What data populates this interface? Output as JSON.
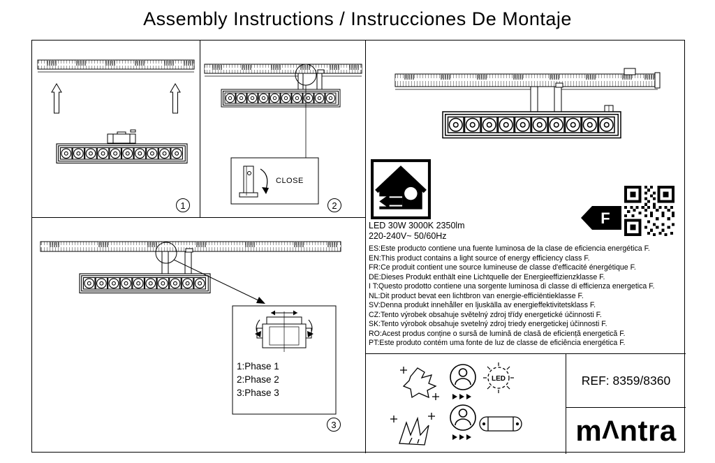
{
  "title": "Assembly Instructions / Instrucciones De Montaje",
  "steps": [
    {
      "number": "1"
    },
    {
      "number": "2",
      "close_label": "CLOSE"
    },
    {
      "number": "3",
      "phases": [
        "1:Phase 1",
        "2:Phase 2",
        "3:Phase 3"
      ]
    }
  ],
  "specs": {
    "line1": "LED 30W 3000K 2350lm",
    "line2": "220-240V~ 50/60Hz",
    "energy_class": "F"
  },
  "languages": [
    "ES:Este producto contiene una fuente luminosa de la clase de eficiencia energética F.",
    "EN:This product contains a light source of energy efficiency class F.",
    "FR:Ce produit contient une source lumineuse de classe d'efficacité énergétique F.",
    "DE:Dieses Produkt enthält eine Lichtquelle der Energieeffizienzklasse F.",
    "I T:Questo prodotto contiene una sorgente luminosa di classe di efficienza energetica F.",
    "NL:Dit product bevat een lichtbron van energie-efficiëntieklasse F.",
    "SV:Denna produkt innehåller en ljuskälla av energieffektivitetsklass F.",
    "CZ:Tento výrobek obsahuje světelný zdroj třídy energetické účinnosti F.",
    "SK:Tento výrobok obsahuje svetelný zdroj triedy energetickej účinnosti F.",
    "RO:Acest produs conține o sursă de lumină de clasă de eficiență energetică F.",
    "PT:Este produto contém uma fonte de luz de classe de eficiência energética F."
  ],
  "icons": {
    "led_label": "LED",
    "names": [
      "replaceable-light-source-icon",
      "energy-class-arrow",
      "qr-code",
      "crushed-lamp-icon",
      "service-person-icon",
      "led-module-icon",
      "broken-glass-icon",
      "control-gear-icon",
      "magnifier-circle",
      "up-arrow"
    ]
  },
  "footer": {
    "ref": "REF: 8359/8360",
    "brand": {
      "m": "m",
      "a": "Λ",
      "rest": "ntra"
    }
  },
  "colors": {
    "ink": "#000000",
    "paper": "#ffffff"
  }
}
